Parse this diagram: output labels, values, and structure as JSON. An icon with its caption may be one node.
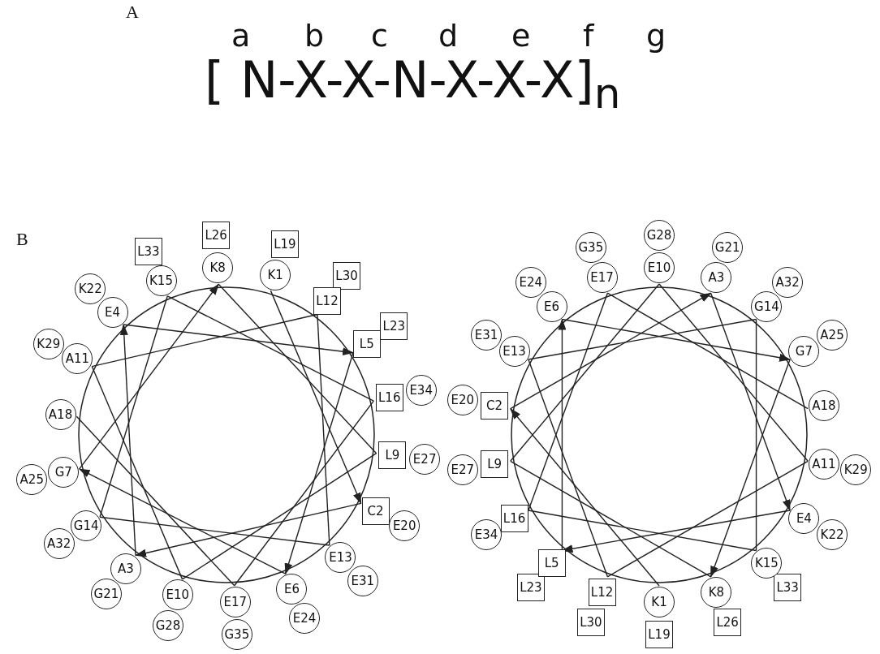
{
  "diagram": {
    "nodes": [
      {
        "text": [
          "K1"
        ]
      },
      {
        "text": [
          "C2"
        ]
      },
      {
        "text": [
          "A3"
        ]
      },
      {
        "text": [
          "E4"
        ]
      },
      {
        "text": [
          "L5"
        ]
      },
      {
        "text": [
          "E6"
        ]
      },
      {
        "text": [
          "G7"
        ]
      },
      {
        "text": [
          "K8"
        ]
      },
      {
        "text": [
          "L9"
        ]
      },
      {
        "text": [
          "E10"
        ]
      },
      {
        "text": [
          "A11"
        ]
      },
      {
        "text": [
          "L12"
        ]
      },
      {
        "text": [
          "E13"
        ]
      },
      {
        "text": [
          "G14"
        ]
      },
      {
        "text": [
          "K15"
        ]
      },
      {
        "text": [
          "L16"
        ]
      },
      {
        "text": [
          "E17"
        ]
      },
      {
        "text": [
          "A18"
        ]
      },
      {
        "text": [
          "L19"
        ]
      },
      {
        "text": [
          "E20"
        ]
      },
      {
        "text": [
          "G21"
        ]
      },
      {
        "text": [
          "K22"
        ]
      },
      {
        "text": [
          "L23"
        ]
      },
      {
        "text": [
          "E24"
        ]
      },
      {
        "text": [
          "A25"
        ]
      },
      {
        "text": [
          "L26"
        ]
      },
      {
        "text": [
          "E27"
        ]
      },
      {
        "text": [
          "G28"
        ]
      },
      {
        "text": [
          "K29"
        ]
      },
      {
        "text": [
          "L30"
        ]
      },
      {
        "text": [
          "E31"
        ]
      },
      {
        "text": [
          "A32"
        ]
      },
      {
        "text": [
          "L33"
        ]
      },
      {
        "text": [
          "E34"
        ]
      },
      {
        "text": [
          "G35"
        ]
      },
      {
        "text": [
          "K1"
        ]
      },
      {
        "text": [
          "C2"
        ]
      },
      {
        "text": [
          "A3"
        ]
      },
      {
        "text": [
          "E4"
        ]
      },
      {
        "text": [
          "L5"
        ]
      },
      {
        "text": [
          "E6"
        ]
      },
      {
        "text": [
          "G7"
        ]
      },
      {
        "text": [
          "K8"
        ]
      },
      {
        "text": [
          "L9"
        ]
      },
      {
        "text": [
          "E10"
        ]
      },
      {
        "text": [
          "A11"
        ]
      },
      {
        "text": [
          "L12"
        ]
      },
      {
        "text": [
          "E13"
        ]
      },
      {
        "text": [
          "G14"
        ]
      },
      {
        "text": [
          "K15"
        ]
      },
      {
        "text": [
          "L16"
        ]
      },
      {
        "text": [
          "E17"
        ]
      },
      {
        "text": [
          "A18"
        ]
      },
      {
        "text": [
          "L19"
        ]
      },
      {
        "text": [
          "E20"
        ]
      },
      {
        "text": [
          "G21"
        ]
      },
      {
        "text": [
          "K22"
        ]
      },
      {
        "text": [
          "L23"
        ]
      },
      {
        "text": [
          "E24"
        ]
      },
      {
        "text": [
          "A25"
        ]
      },
      {
        "text": [
          "L26"
        ]
      },
      {
        "text": [
          "E27"
        ]
      },
      {
        "text": [
          "G28"
        ]
      },
      {
        "text": [
          "K29"
        ]
      },
      {
        "text": [
          "L30"
        ]
      },
      {
        "text": [
          "E31"
        ]
      },
      {
        "text": [
          "A32"
        ]
      },
      {
        "text": [
          "L33"
        ]
      },
      {
        "text": [
          "E34"
        ]
      },
      {
        "text": [
          "G35"
        ]
      }
    ],
    "edges": [
      {
        "from": 0,
        "to": 1,
        "arrow": "to"
      },
      {
        "from": 1,
        "to": 2,
        "arrow": "to"
      },
      {
        "from": 2,
        "to": 3,
        "arrow": "to"
      },
      {
        "from": 3,
        "to": 4,
        "arrow": "to"
      },
      {
        "from": 4,
        "to": 5,
        "arrow": "to"
      },
      {
        "from": 5,
        "to": 6,
        "arrow": "to"
      },
      {
        "from": 6,
        "to": 7,
        "arrow": "to"
      },
      {
        "from": 7,
        "to": 8,
        "arrow": "none"
      },
      {
        "from": 8,
        "to": 9,
        "arrow": "none"
      },
      {
        "from": 9,
        "to": 10,
        "arrow": "none"
      },
      {
        "from": 10,
        "to": 11,
        "arrow": "none"
      },
      {
        "from": 11,
        "to": 12,
        "arrow": "none"
      },
      {
        "from": 12,
        "to": 13,
        "arrow": "none"
      },
      {
        "from": 13,
        "to": 14,
        "arrow": "none"
      },
      {
        "from": 14,
        "to": 15,
        "arrow": "none"
      },
      {
        "from": 15,
        "to": 16,
        "arrow": "none"
      },
      {
        "from": 16,
        "to": 17,
        "arrow": "none"
      },
      {
        "from": 35,
        "to": 36,
        "arrow": "to"
      },
      {
        "from": 36,
        "to": 37,
        "arrow": "to"
      },
      {
        "from": 37,
        "to": 38,
        "arrow": "to"
      },
      {
        "from": 38,
        "to": 39,
        "arrow": "to"
      },
      {
        "from": 39,
        "to": 40,
        "arrow": "to"
      },
      {
        "from": 40,
        "to": 41,
        "arrow": "to"
      },
      {
        "from": 41,
        "to": 42,
        "arrow": "to"
      },
      {
        "from": 42,
        "to": 43,
        "arrow": "none"
      },
      {
        "from": 43,
        "to": 44,
        "arrow": "none"
      },
      {
        "from": 44,
        "to": 45,
        "arrow": "none"
      },
      {
        "from": 45,
        "to": 46,
        "arrow": "none"
      },
      {
        "from": 46,
        "to": 47,
        "arrow": "none"
      },
      {
        "from": 47,
        "to": 48,
        "arrow": "none"
      },
      {
        "from": 48,
        "to": 49,
        "arrow": "none"
      },
      {
        "from": 49,
        "to": 50,
        "arrow": "none"
      },
      {
        "from": 50,
        "to": 51,
        "arrow": "none"
      },
      {
        "from": 51,
        "to": 52,
        "arrow": "none"
      }
    ],
    "labels": [
      "A",
      "a",
      "b",
      "c",
      "d",
      "e",
      "f",
      "g",
      "[ N-X-X-N-X-X-X]$_{n}$",
      "B"
    ]
  }
}
